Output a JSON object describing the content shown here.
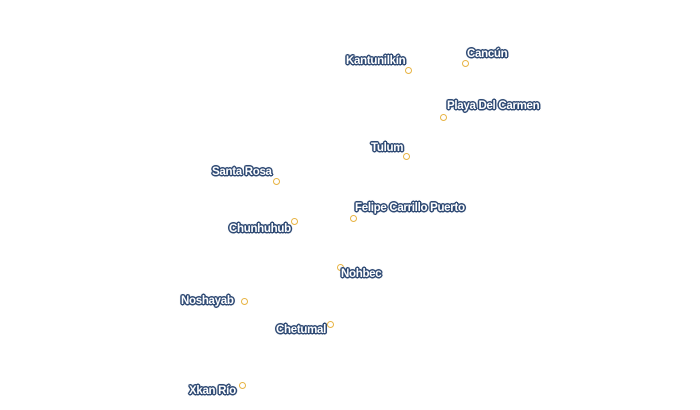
{
  "map": {
    "point_color": "#e7b444",
    "label_halo_color": "#2f4a74",
    "label_text_color": "#ffffff",
    "places": [
      {
        "id": "kantunilkin",
        "name": "Kantunilkín"
      },
      {
        "id": "cancun",
        "name": "Cancún"
      },
      {
        "id": "playa",
        "name": "Playa Del Carmen"
      },
      {
        "id": "tulum",
        "name": "Tulum"
      },
      {
        "id": "santarosa",
        "name": "Santa Rosa"
      },
      {
        "id": "felipe",
        "name": "Felipe Carrillo Puerto"
      },
      {
        "id": "chunhuhub",
        "name": "Chunhuhub"
      },
      {
        "id": "nohbec",
        "name": "Nohbec"
      },
      {
        "id": "noshayab",
        "name": "Noshayab"
      },
      {
        "id": "chetumal",
        "name": "Chetumal"
      },
      {
        "id": "xkanrio",
        "name": "Xkan Río"
      }
    ]
  }
}
